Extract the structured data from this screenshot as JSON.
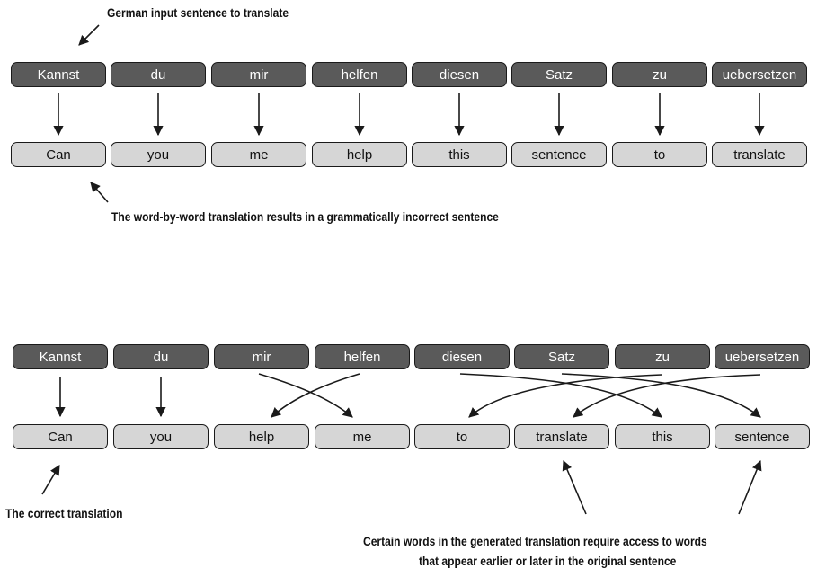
{
  "top": {
    "caption_input": "German input sentence to translate",
    "german": [
      "Kannst",
      "du",
      "mir",
      "helfen",
      "diesen",
      "Satz",
      "zu",
      "uebersetzen"
    ],
    "english": [
      "Can",
      "you",
      "me",
      "help",
      "this",
      "sentence",
      "to",
      "translate"
    ],
    "caption_wordbyword": "The word-by-word translation results in a grammatically incorrect sentence"
  },
  "bottom": {
    "german": [
      "Kannst",
      "du",
      "mir",
      "helfen",
      "diesen",
      "Satz",
      "zu",
      "uebersetzen"
    ],
    "english": [
      "Can",
      "you",
      "help",
      "me",
      "to",
      "translate",
      "this",
      "sentence"
    ],
    "caption_correct": "The correct translation",
    "caption_access_line1": "Certain words in the generated translation require access to words",
    "caption_access_line2": "that appear earlier or later in the original sentence"
  },
  "colors": {
    "german_box": "#5a5a5a",
    "english_box": "#d6d6d6",
    "outline": "#1a1a1a"
  }
}
